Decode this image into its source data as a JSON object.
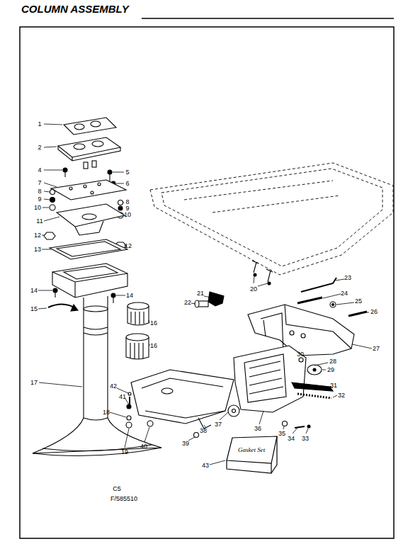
{
  "diagram": {
    "title": "COLUMN ASSEMBLY",
    "nodes": [
      {
        "text": [
          "Gasket Set"
        ]
      }
    ],
    "edges": [],
    "labels": [
      "1",
      "2",
      "4",
      "5",
      "6",
      "7",
      "8",
      "9",
      "10",
      "8",
      "9",
      "10",
      "11",
      "12",
      "12",
      "13",
      "14",
      "14",
      "15",
      "16",
      "16",
      "17",
      "42",
      "41",
      "18",
      "19",
      "40",
      "39",
      "38",
      "37",
      "36",
      "35",
      "34",
      "33",
      "20",
      "21",
      "22",
      "23",
      "24",
      "25",
      "26",
      "27",
      "28",
      "29",
      "30",
      "31",
      "32",
      "43",
      "C5",
      "F/585510"
    ]
  }
}
